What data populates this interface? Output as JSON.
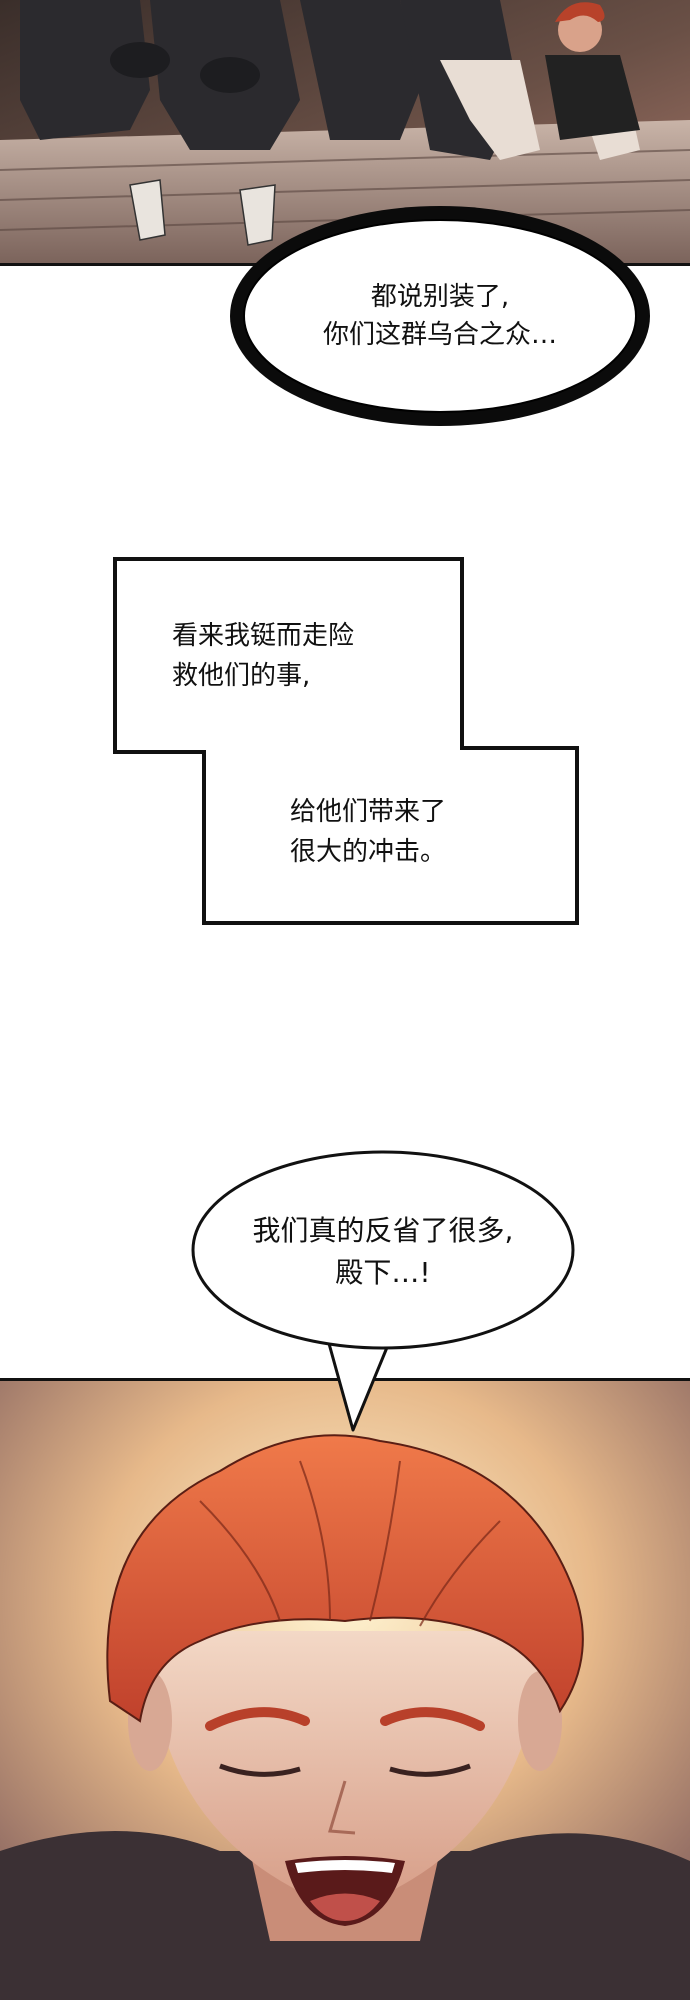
{
  "panels": {
    "top": {
      "bubble": {
        "lines": [
          "都说别装了,",
          "你们这群乌合之众…"
        ]
      }
    },
    "narration": {
      "box1": {
        "lines": [
          "看来我铤而走险",
          "救他们的事,"
        ]
      },
      "box2": {
        "lines": [
          "给他们带来了",
          "很大的冲击。"
        ]
      }
    },
    "bottom": {
      "bubble": {
        "lines": [
          "我们真的反省了很多,",
          "殿下…!"
        ]
      }
    }
  }
}
